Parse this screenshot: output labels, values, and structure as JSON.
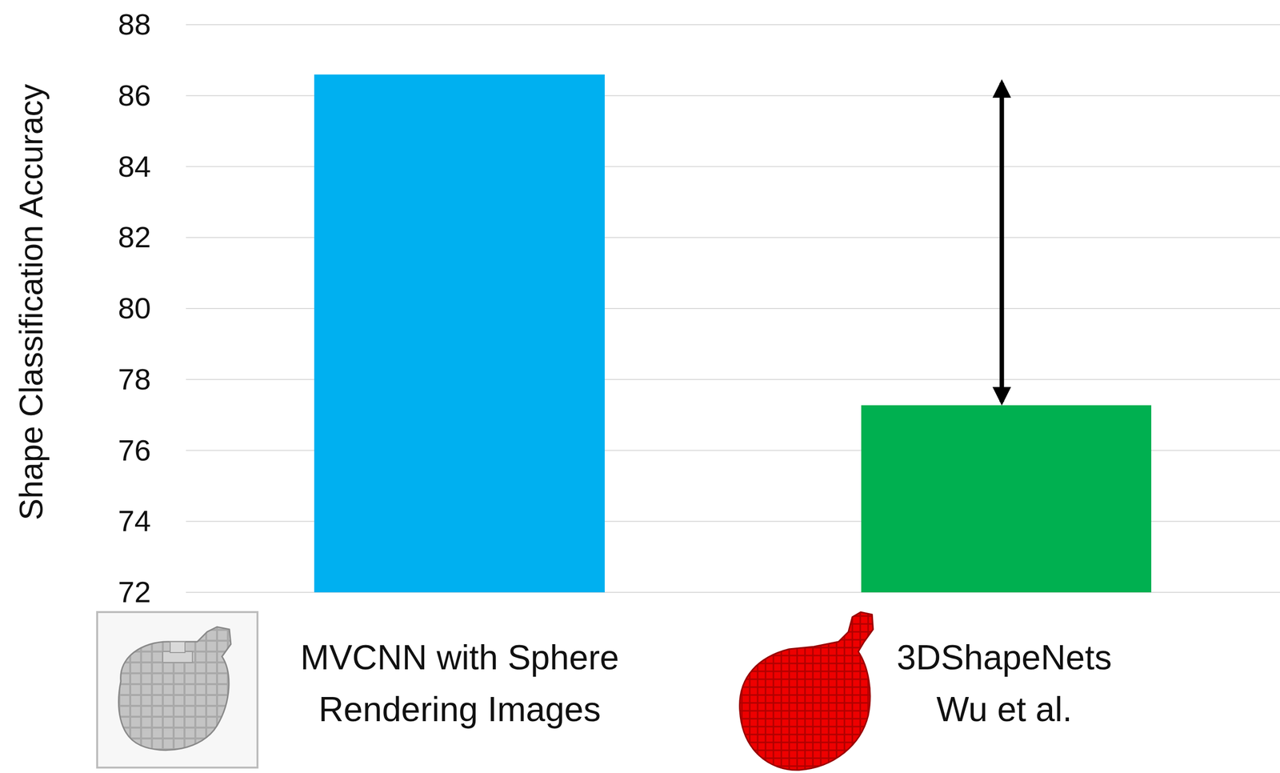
{
  "diagram": {
    "labels": [
      "Shape Classification Accuracy",
      "88",
      "86",
      "84",
      "82",
      "80",
      "78",
      "76",
      "74",
      "72",
      "MVCNN with Sphere Rendering Images",
      "3DShapeNets Wu et al."
    ]
  }
}
